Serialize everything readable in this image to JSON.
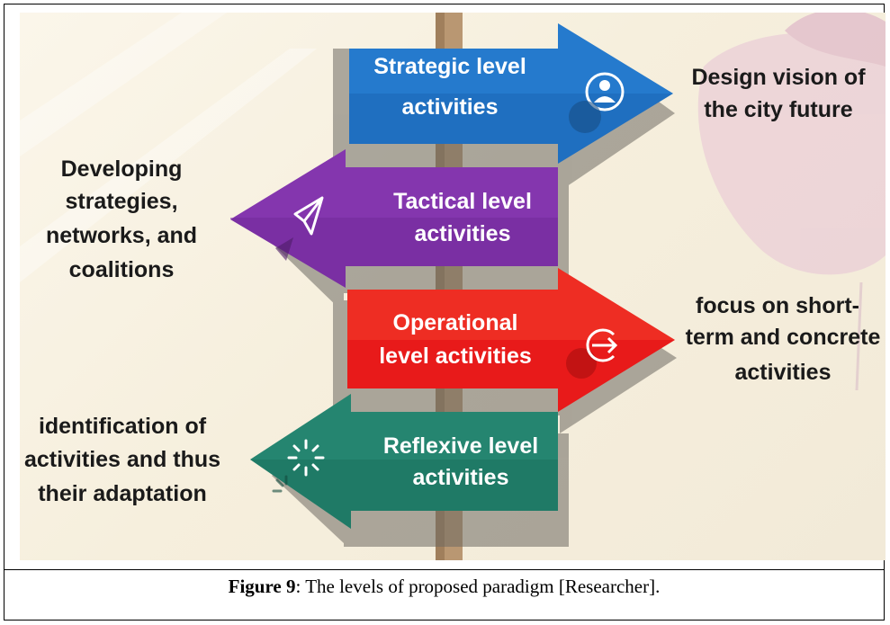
{
  "diagram": {
    "arrows": [
      {
        "lines": [
          "Strategic level",
          "activities"
        ],
        "color": "#1f6fc0",
        "direction": "right",
        "icon": "user-circle-icon"
      },
      {
        "lines": [
          "Tactical level",
          "activities"
        ],
        "color": "#7a2fa3",
        "direction": "left",
        "icon": "paper-plane-icon"
      },
      {
        "lines": [
          "Operational",
          "level activities"
        ],
        "color": "#e81a1a",
        "direction": "right",
        "icon": "exit-arrow-icon"
      },
      {
        "lines": [
          "Reflexive level",
          "activities"
        ],
        "color": "#1f7a66",
        "direction": "left",
        "icon": "loading-spinner-icon"
      }
    ],
    "labels": [
      {
        "lines": [
          "Design vision of",
          "the city future"
        ]
      },
      {
        "lines": [
          "Developing",
          "strategies,",
          "networks, and",
          "coalitions"
        ]
      },
      {
        "lines": [
          "focus on short-",
          "term and concrete",
          "activities"
        ]
      },
      {
        "lines": [
          "identification of",
          "activities and thus",
          "their adaptation"
        ]
      }
    ]
  },
  "caption": {
    "label": "Figure 9",
    "text": ": The levels of proposed paradigm   [Researcher]."
  }
}
